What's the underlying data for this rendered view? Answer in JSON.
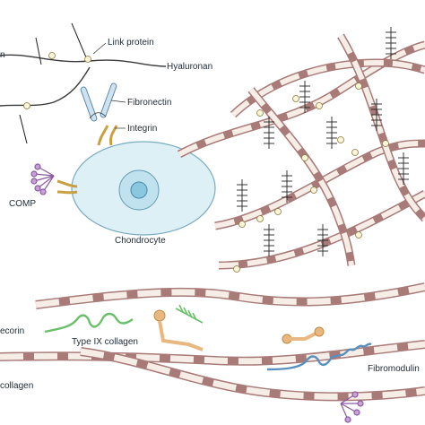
{
  "labels": {
    "link_protein": "Link protein",
    "hyaluronan": "Hyaluronan",
    "fibronectin": "Fibronectin",
    "integrin": "Integrin",
    "comp": "COMP",
    "chondrocyte": "Chondrocyte",
    "decorin": "ecorin",
    "type_ix_collagen": "Type IX collagen",
    "fibromodulin": "Fibromodulin",
    "collagen": "collagen",
    "left_edge": "n"
  },
  "colors": {
    "fibril_outline": "#a87a78",
    "fibril_fill": "#f6eee6",
    "fibril_band": "#d9a0a0",
    "cell_fill": "#d8eef4",
    "cell_outline": "#6a9fb5",
    "nucleus_fill": "#aad8ea",
    "integrin": "#e8c878",
    "fibronectin": "#7aaac8",
    "comp": "#a070b0",
    "decorin": "#6abf6a",
    "type_ix": "#e8b880",
    "fibromodulin": "#5a90c0",
    "node_fill": "#faf5d8",
    "node_outline": "#8a7a40"
  }
}
